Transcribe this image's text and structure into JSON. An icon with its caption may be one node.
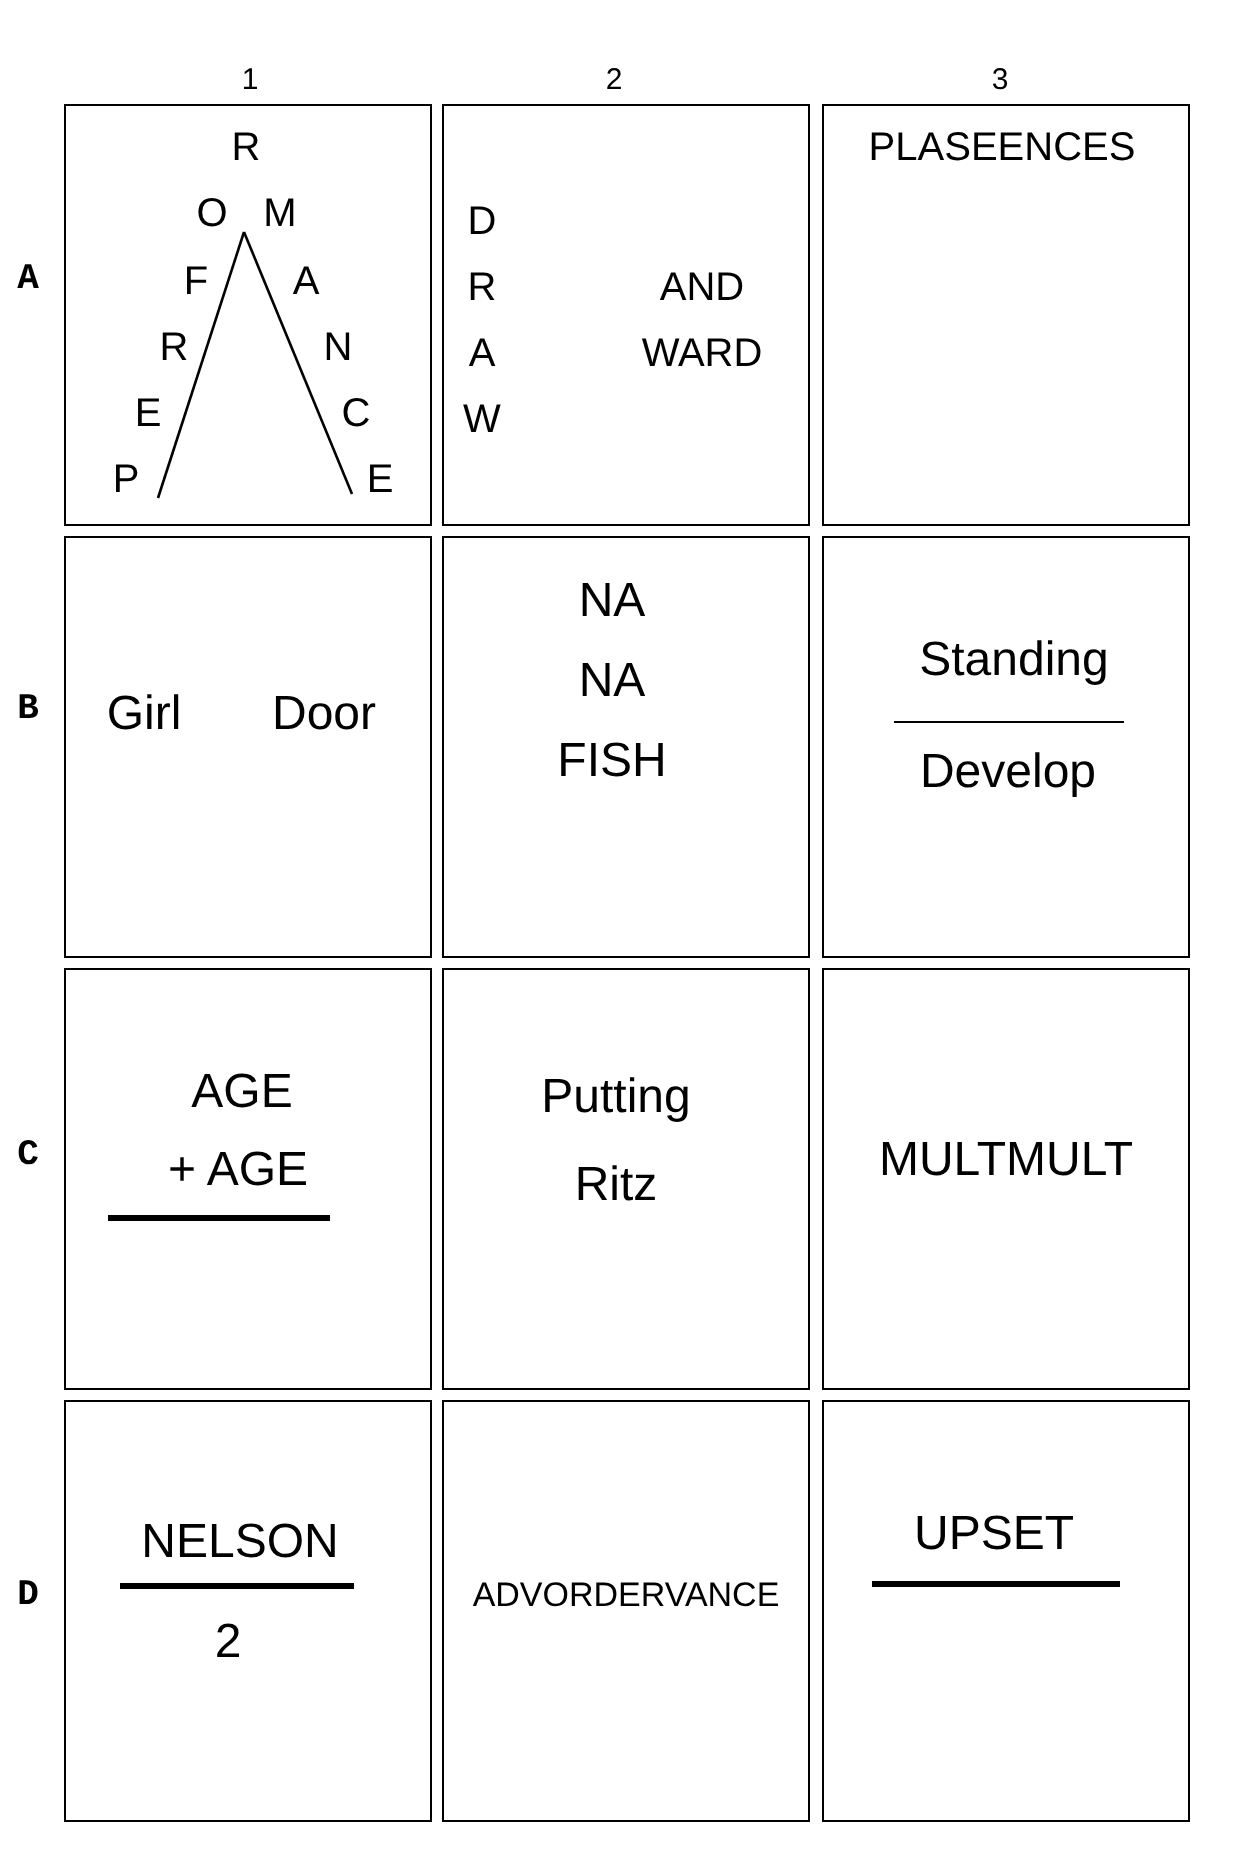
{
  "diagram": {
    "nodes": [
      {
        "text": [
          "R",
          "O",
          "M",
          "F",
          "A",
          "R",
          "N",
          "E",
          "C",
          "P",
          "E"
        ]
      },
      {
        "text": [
          "D R A W",
          "AND WARD"
        ]
      },
      {
        "text": [
          "PLASEENCES"
        ]
      },
      {
        "text": [
          "Girl",
          "Door"
        ]
      },
      {
        "text": [
          "NA NA FISH"
        ]
      },
      {
        "text": [
          "Standing",
          "Develop"
        ]
      },
      {
        "text": [
          "AGE",
          "+ AGE"
        ]
      },
      {
        "text": [
          "Putting Ritz"
        ]
      },
      {
        "text": [
          "MULTMULT"
        ]
      },
      {
        "text": [
          "NELSON",
          "2"
        ]
      },
      {
        "text": [
          "ADVORDERVANCE"
        ]
      },
      {
        "text": [
          "UPSET"
        ]
      }
    ],
    "edges": [],
    "labels": [
      "1",
      "2",
      "3",
      "A",
      "B",
      "C",
      "D"
    ]
  }
}
